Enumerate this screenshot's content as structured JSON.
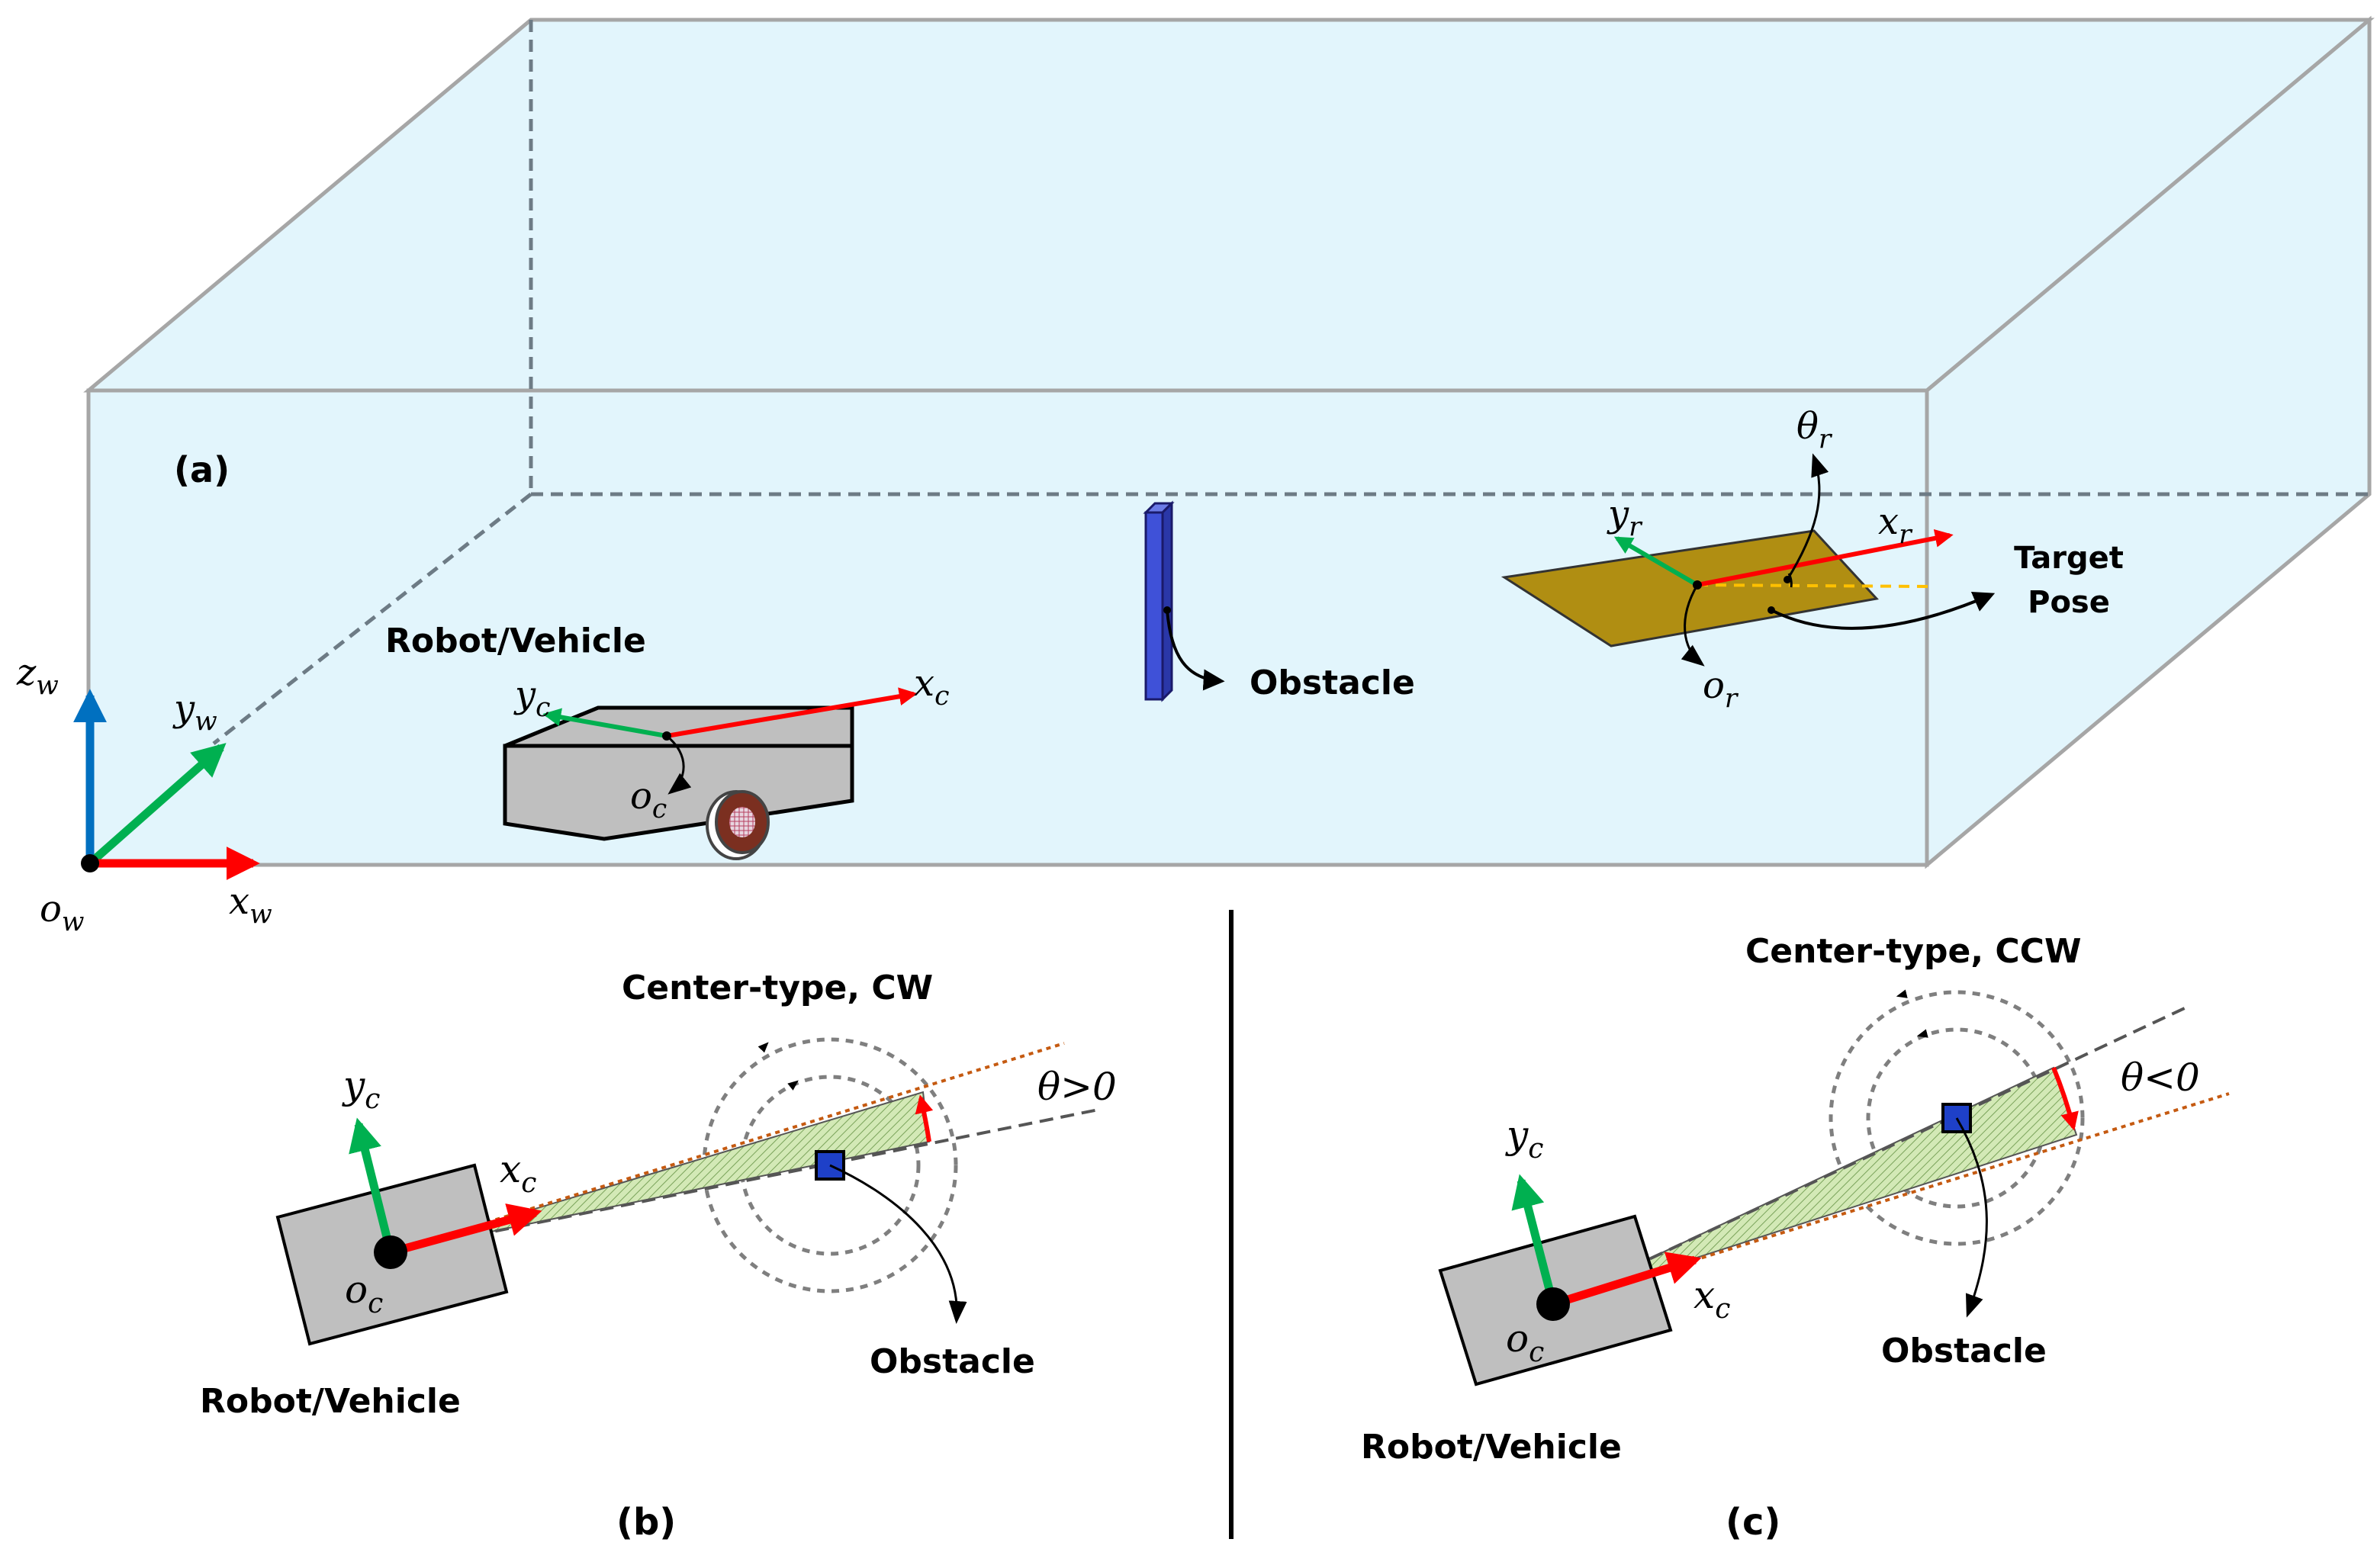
{
  "panels": {
    "a": {
      "tag": "(a)",
      "robot_label": "Robot/Vehicle",
      "obstacle_label": "Obstacle",
      "target_label_1": "Target",
      "target_label_2": "Pose"
    },
    "b": {
      "tag": "(b)",
      "mode_label": "Center-type, CW",
      "robot_label": "Robot/Vehicle",
      "obstacle_label": "Obstacle",
      "angle_label": "θ>0"
    },
    "c": {
      "tag": "(c)",
      "mode_label": "Center-type, CCW",
      "robot_label": "Robot/Vehicle",
      "obstacle_label": "Obstacle",
      "angle_label": "θ<0"
    }
  },
  "symbols": {
    "o": "o",
    "x": "x",
    "y": "y",
    "z": "z",
    "theta": "θ",
    "w": "w",
    "c": "c",
    "r": "r"
  },
  "colors": {
    "room_fill": "#e2f5fc",
    "room_edge": "#a6a6a6",
    "hidden_edge": "#6d7b85",
    "x_axis": "#ff0000",
    "y_axis": "#00b050",
    "z_axis": "#0070c0",
    "obstacle_pillar": "#3f51d8",
    "target_pad": "#b08e12",
    "robot_body": "#bfbfbf",
    "sector_fill": "#d3e9b6",
    "heading_dash": "#c55a11",
    "target_dash": "#ffc000"
  }
}
